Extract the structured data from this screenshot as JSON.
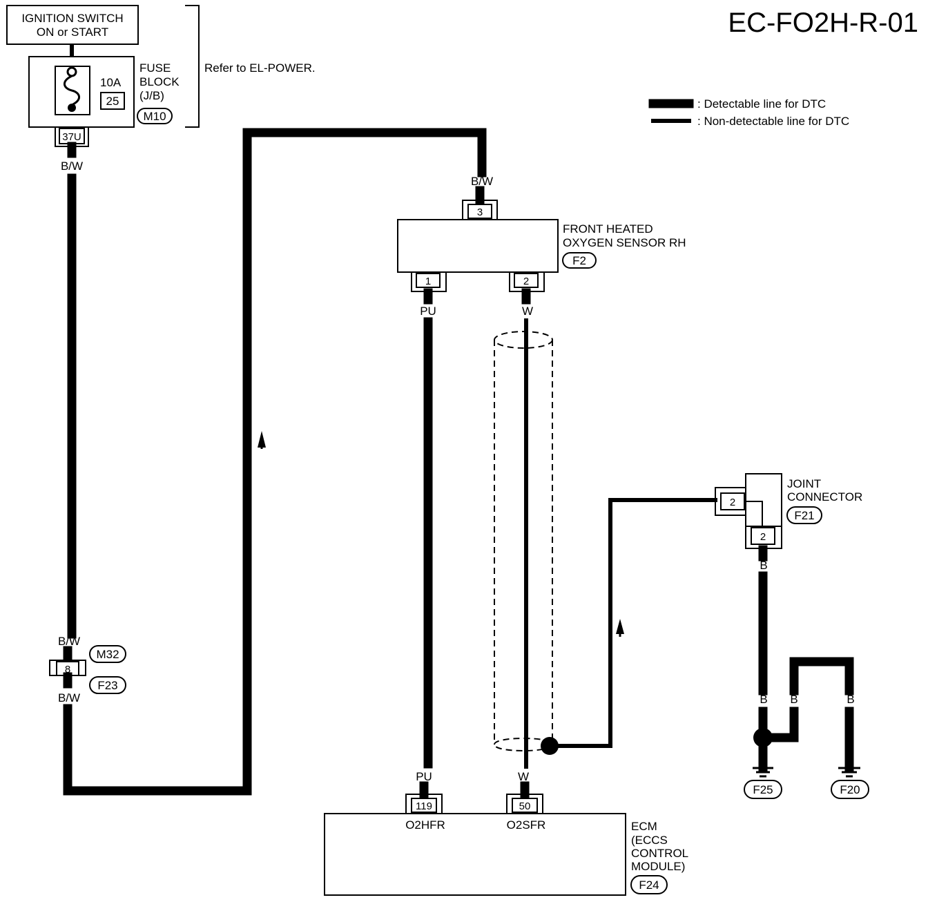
{
  "diagram_code": "EC-FO2H-R-01",
  "legend": {
    "detectable": ": Detectable line for DTC",
    "non_detectable": ": Non-detectable line for DTC"
  },
  "ignition": {
    "line1": "IGNITION SWITCH",
    "line2": "ON or START"
  },
  "fuse_block": {
    "label1": "FUSE",
    "label2": "BLOCK",
    "label3": "(J/B)",
    "connector": "M10",
    "rating": "10A",
    "fuse_no": "25",
    "terminal": "37U",
    "note": "Refer to EL-POWER."
  },
  "wires": {
    "bw": "B/W",
    "pu": "PU",
    "w": "W",
    "b": "B"
  },
  "inline_connector": {
    "pin": "8",
    "conn_top": "M32",
    "conn_bottom": "F23"
  },
  "oxygen_sensor": {
    "line1": "FRONT HEATED",
    "line2": "OXYGEN SENSOR RH",
    "connector": "F2",
    "pin_power": "3",
    "pin_heater": "1",
    "pin_signal": "2"
  },
  "joint_connector": {
    "line1": "JOINT",
    "line2": "CONNECTOR",
    "connector": "F21",
    "pin_side": "2",
    "pin_bottom": "2"
  },
  "grounds": {
    "left": "F25",
    "right": "F20"
  },
  "ecm": {
    "line1": "ECM",
    "line2": "(ECCS",
    "line3": "CONTROL",
    "line4": "MODULE)",
    "connector": "F24",
    "pin_heater": "119",
    "pin_heater_name": "O2HFR",
    "pin_signal": "50",
    "pin_signal_name": "O2SFR"
  }
}
